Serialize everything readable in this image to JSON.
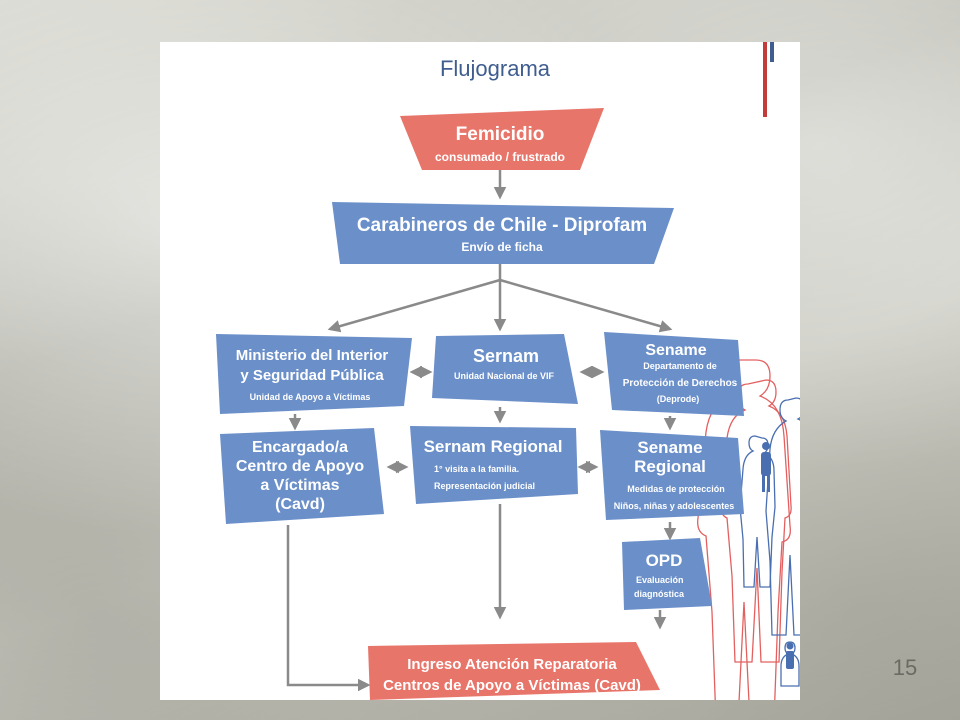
{
  "diagram": {
    "title": "Flujograma",
    "nodes": {
      "femicidio": {
        "title": "Femicidio",
        "subtitle": "consumado / frustrado"
      },
      "carabineros": {
        "title": "Carabineros de Chile - Diprofam",
        "subtitle": "Envío de ficha"
      },
      "ministerio": {
        "title_line1": "Ministerio del Interior",
        "title_line2": "y Seguridad Pública",
        "subtitle": "Unidad de Apoyo a Víctimas"
      },
      "sernam": {
        "title": "Sernam",
        "subtitle": "Unidad Nacional de VIF"
      },
      "sename": {
        "title": "Sename",
        "sub_line1": "Departamento de",
        "sub_line2": "Protección de Derechos",
        "sub_line3": "(Deprode)"
      },
      "encargado": {
        "line1": "Encargado/a",
        "line2": "Centro de Apoyo",
        "line3": "a Víctimas",
        "line4": "(Cavd)"
      },
      "sernam_regional": {
        "title": "Sernam Regional",
        "sub_line1": "1° visita a la familia.",
        "sub_line2": "Representación judicial"
      },
      "sename_regional": {
        "title_line1": "Sename",
        "title_line2": "Regional",
        "sub_line1": "Medidas de protección",
        "sub_line2": "Niños, niñas y adolescentes"
      },
      "opd": {
        "title": "OPD",
        "sub_line1": "Evaluación",
        "sub_line2": "diagnóstica"
      },
      "ingreso": {
        "line1": "Ingreso Atención Reparatoria",
        "line2": "Centros de Apoyo a Víctimas (Cavd)"
      }
    },
    "colors": {
      "blue": "#6a8fc9",
      "salmon": "#e8756a",
      "arrow": "#8a8a8a",
      "title": "#3f5d8f"
    }
  },
  "slide": {
    "page_number": "15"
  }
}
